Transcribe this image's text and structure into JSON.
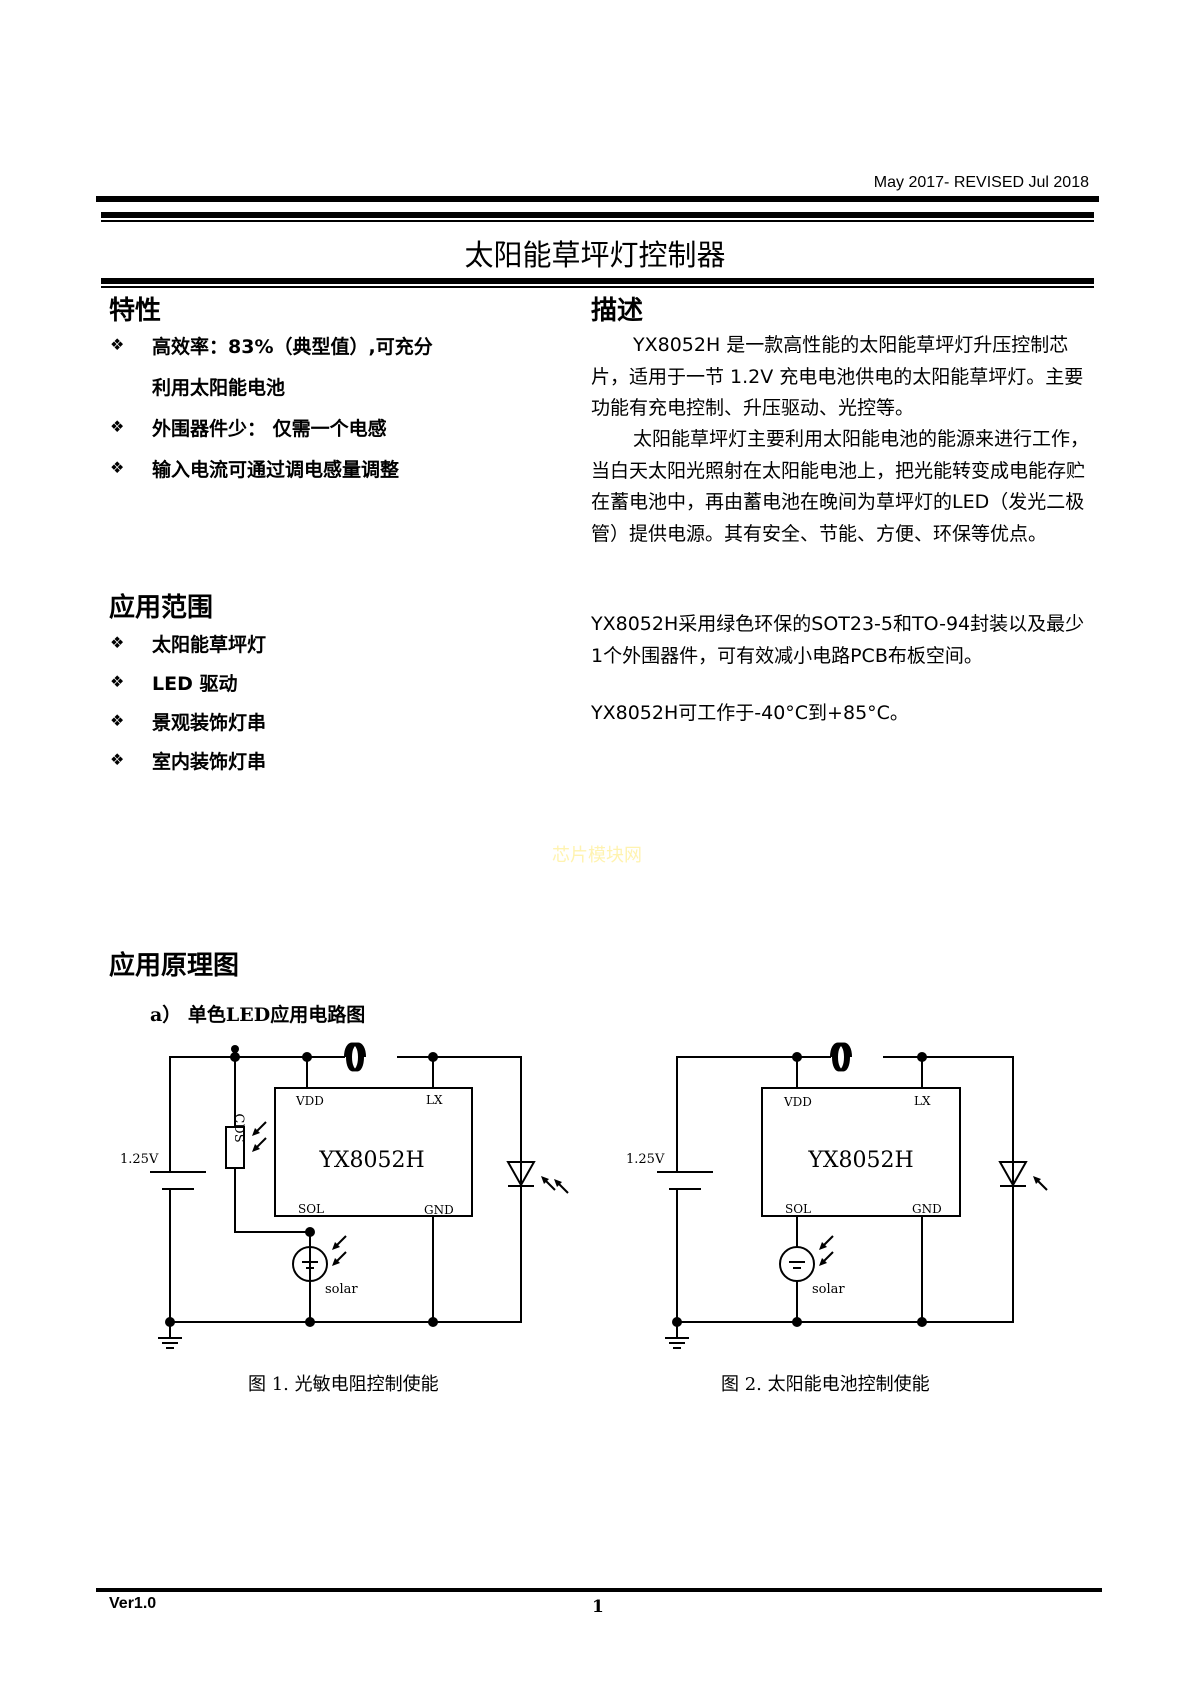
{
  "header": {
    "date": "May 2017- REVISED Jul 2018",
    "title": "太阳能草坪灯控制器"
  },
  "features": {
    "heading": "特性",
    "items": [
      "高效率：83%（典型值）,可充分",
      "利用太阳能电池",
      "外围器件少：  仅需一个电感",
      "输入电流可通过调电感量调整"
    ]
  },
  "applications": {
    "heading": "应用范围",
    "items": [
      "太阳能草坪灯",
      "LED 驱动",
      "景观装饰灯串",
      "室内装饰灯串"
    ]
  },
  "description": {
    "heading": "描述",
    "p1": "YX8052H 是一款高性能的太阳能草坪灯升压控制芯片，适用于一节 1.2V 充电电池供电的太阳能草坪灯。主要功能有充电控制、升压驱动、光控等。",
    "p2": "太阳能草坪灯主要利用太阳能电池的能源来进行工作，当白天太阳光照射在太阳能电池上，把光能转变成电能存贮在蓄电池中，再由蓄电池在晚间为草坪灯的LED（发光二极管）提供电源。其有安全、节能、方便、环保等优点。",
    "p3": "YX8052H采用绿色环保的SOT23-5和TO-94封装以及最少1个外围器件，可有效减小电路PCB布板空间。",
    "p4": "YX8052H可工作于-40°C到+85°C。"
  },
  "watermark": "芯片模块网",
  "schematic": {
    "heading": "应用原理图",
    "sub": "a）  单色LED应用电路图",
    "chip": "YX8052H",
    "vdd": "VDD",
    "lx": "LX",
    "sol": "SOL",
    "gnd": "GND",
    "voltage": "1.25V",
    "cds": "CDS",
    "solar": "solar",
    "fig1": "图 1.  光敏电阻控制使能",
    "fig2": "图 2.  太阳能电池控制使能"
  },
  "footer": {
    "version": "Ver1.0",
    "page": "1"
  },
  "bullet": "❖"
}
